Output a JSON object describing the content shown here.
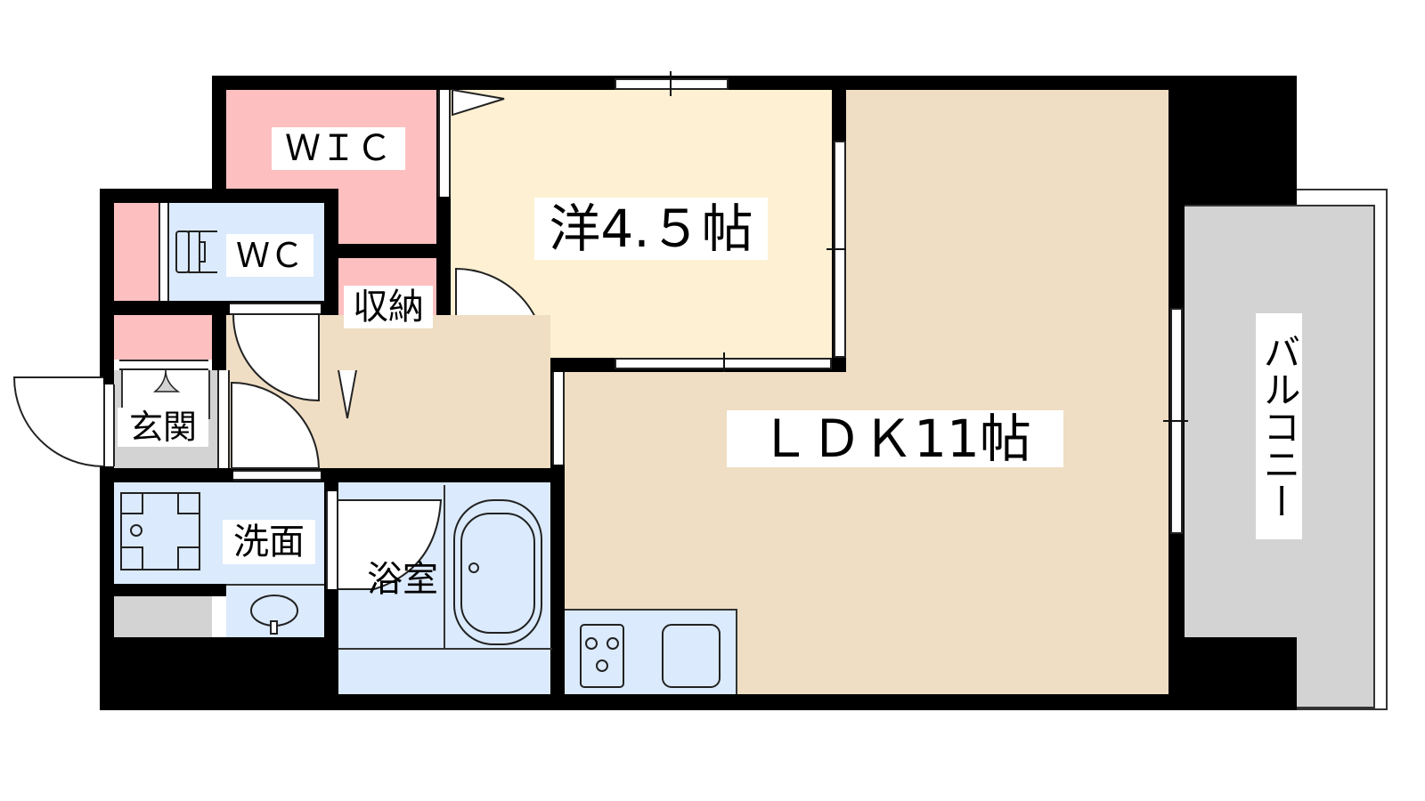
{
  "floorplan": {
    "rooms": {
      "wic": {
        "label": "ＷＩＣ",
        "color": "#fdbfc0"
      },
      "wc": {
        "label": "ＷＣ",
        "color": "#dbeafc"
      },
      "storage": {
        "label": "収納",
        "color": "#fdbfc0"
      },
      "western_room": {
        "label": "洋4.５帖",
        "color": "#fdf0d3"
      },
      "ldk": {
        "label": "ＬＤＫ11帖",
        "color": "#efdec4"
      },
      "balcony": {
        "label": "バルコニー",
        "color": "#d3d3d3"
      },
      "entrance": {
        "label": "玄関",
        "color": "#d3d3d3"
      },
      "washroom": {
        "label": "洗面",
        "color": "#dbeafc"
      },
      "bathroom": {
        "label": "浴室",
        "color": "#dbeafc"
      }
    },
    "colors": {
      "wall": "#000000",
      "closet": "#fdbfc0",
      "wet_area": "#dbeafc",
      "bedroom": "#fdf0d3",
      "living": "#efdec4",
      "exterior": "#d3d3d3"
    }
  }
}
